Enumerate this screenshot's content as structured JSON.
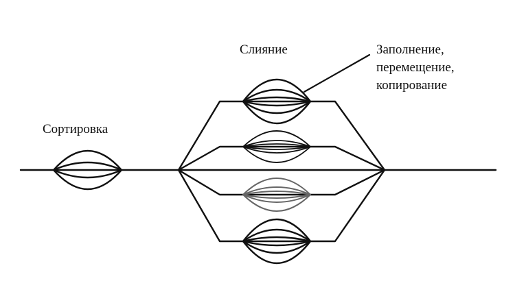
{
  "labels": {
    "sort": "Сортировка",
    "merge": "Слияние",
    "fill_line1": "Заполнение,",
    "fill_line2": "перемещение,",
    "fill_line3": "копирование"
  },
  "colors": {
    "stroke": "#111111",
    "background": "#ffffff"
  }
}
